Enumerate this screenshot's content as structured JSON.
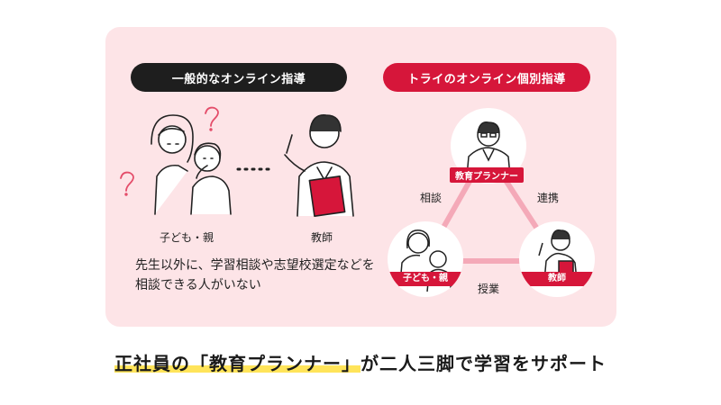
{
  "left": {
    "header": "一般的なオンライン指導",
    "student_label": "子ども・親",
    "teacher_label": "教師",
    "description": "先生以外に、学習相談や志望校選定などを相談できる人がいない"
  },
  "right": {
    "header": "トライのオンライン個別指導",
    "planner_label": "教育プランナー",
    "student_label": "子ども・親",
    "teacher_label": "教師",
    "edge_consult": "相談",
    "edge_cooperate": "連携",
    "edge_lesson": "授業"
  },
  "caption": {
    "highlight": "正社員の「教育プランナー」",
    "rest": "が二人三脚で学習をサポート"
  },
  "colors": {
    "accent": "#d6163a",
    "panel": "#fde4e7",
    "dark": "#1e1e1e",
    "highlight": "#ffe45a"
  }
}
